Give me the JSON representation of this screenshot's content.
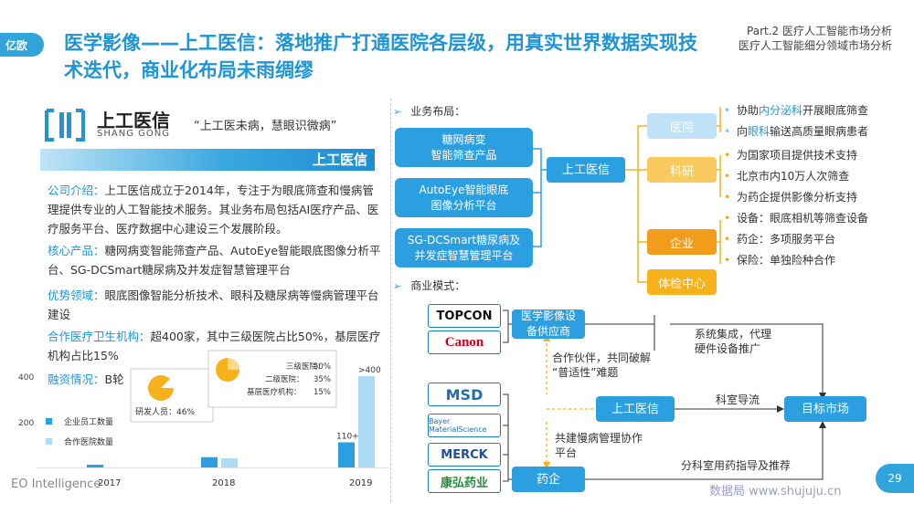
{
  "header": {
    "logo_text": "亿欧",
    "title": "医学影像——上工医信：落地推广打通医院各层级，用真实世界数据实现技术迭代，商业化布局未雨绸缪",
    "part_line1": "Part.2  医疗人工智能市场分析",
    "part_line2": "医疗人工智能细分领域市场分析"
  },
  "company": {
    "name": "上工医信",
    "name_en": "SHANG GONG",
    "slogan": "“上工医未病，慧眼识微病”",
    "bar_title": "上工医信",
    "intro_label": "公司介绍：",
    "intro_text": "上工医信成立于2014年，专注于为眼底筛查和慢病管理提供专业的人工智能技术服务。其业务布局包括AI医疗产品、医疗服务平台、医疗数据中心建设三个发展阶段。",
    "product_label": "核心产品：",
    "product_text": "糖网病变智能筛查产品、AutoEye智能眼底图像分析平台、SG-DCSmart糖尿病及并发症智慧管理平台",
    "advantage_label": "优势领域：",
    "advantage_text": "眼底图像智能分析技术、眼科及糖尿病等慢病管理平台建设",
    "partner_label": "合作医疗卫生机构：",
    "partner_text": "超400家，其中三级医院占比50%，基层医疗机构占比15%",
    "funding_label": "融资情况：",
    "funding_text": "B轮"
  },
  "chart_data": {
    "type": "bar",
    "categories": [
      "2017",
      "2018",
      "2019"
    ],
    "series": [
      {
        "name": "企业员工数量",
        "values": [
          5,
          45,
          110
        ],
        "color": "#2c9fe0"
      },
      {
        "name": "合作医院数量",
        "values": [
          null,
          40,
          400
        ],
        "color": "#aedcf4"
      }
    ],
    "y_ticks": [
      "400",
      "200"
    ],
    "ylim": [
      0,
      450
    ],
    "data_labels": {
      "2019_staff": "110+",
      "2019_hosp": ">400"
    },
    "pie_staff": {
      "label": "研发人员：46%",
      "value": 46
    },
    "pie_hospital": {
      "slices": [
        {
          "label": "三级医院：",
          "value": "50%"
        },
        {
          "label": "二级医院：",
          "value": "35%"
        },
        {
          "label": "基层医疗机构：",
          "value": "15%"
        }
      ]
    }
  },
  "business": {
    "section_label": "业务布局：",
    "products": [
      "糖网病变\n智能筛查产品",
      "AutoEye智能眼底\n图像分析平台",
      "SG-DCSmart糖尿病及\n并发症智慧管理平台"
    ],
    "center": "上工医信",
    "targets": [
      "医院",
      "科研",
      "企业",
      "体检中心"
    ],
    "bullets": [
      {
        "pre": "协助",
        "hl": "内分泌科",
        "post": "开展眼底筛查"
      },
      {
        "pre": "向",
        "hl": "眼科",
        "post": "输送高质量眼病患者"
      },
      {
        "pre": "为国家项目提供技术支持",
        "hl": "",
        "post": ""
      },
      {
        "pre": "北京市内10万人次筛查",
        "hl": "",
        "post": ""
      },
      {
        "pre": "为药企提供影像分析支持",
        "hl": "",
        "post": ""
      },
      {
        "pre": "设备：眼底相机等筛查设备",
        "hl": "",
        "post": ""
      },
      {
        "pre": "药企：多项服务平台",
        "hl": "",
        "post": ""
      },
      {
        "pre": "保险：单独险种合作",
        "hl": "",
        "post": ""
      }
    ]
  },
  "model": {
    "section_label": "商业模式：",
    "device_logos": [
      "TOPCON",
      "Canon"
    ],
    "pharma_logos": [
      "MSD",
      "Bayer MaterialScience",
      "MERCK",
      "康弘药业"
    ],
    "supplier": "医学影像设\n备供应商",
    "center": "上工医信",
    "market": "目标市场",
    "pharma": "药企",
    "label_partner": "合作伙伴，共同破解\n“普适性”难题",
    "label_system": "系统集成，代理\n硬件设备推广",
    "label_dept": "科室导流",
    "label_chronic": "共建慢病管理协作\n平台",
    "label_dept_drug": "分科室用药指导及推荐"
  },
  "footer": {
    "eo": "EO Intelligence",
    "page": "29",
    "watermark": "数据局 www.shujuju.cn"
  }
}
